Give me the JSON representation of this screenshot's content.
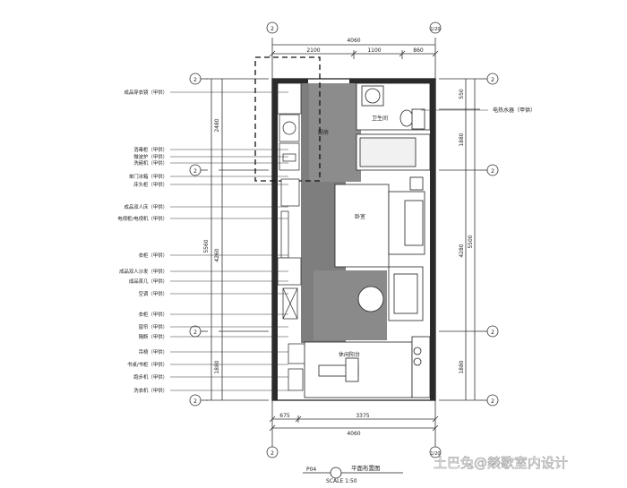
{
  "drawing": {
    "top_dims": [
      "4060",
      "2100",
      "1100",
      "860"
    ],
    "bottom_dims": [
      "675",
      "3375",
      "4060"
    ],
    "left_dims": [
      "2480",
      "5560",
      "4260",
      "1880"
    ],
    "right_dims": [
      "550",
      "1880",
      "4280",
      "5500",
      "1880"
    ],
    "axis_markers": {
      "top_left": "2",
      "top_right": "1/20",
      "bottom_left": "2",
      "bottom_right": "1/20",
      "left": [
        "2",
        "2",
        "2",
        "2"
      ],
      "right": [
        "2",
        "2",
        "2",
        "2"
      ]
    },
    "left_labels": [
      "成品穿衣镜（甲供）",
      "消毒柜（甲供）",
      "微波炉（甲供）",
      "洗碗机（甲供）",
      "单门冰箱（甲供）",
      "床头柜（甲供）",
      "成品双人床（甲供）",
      "电视柜/电视机（甲供）",
      "衣柜（甲供）",
      "成品双人沙发（甲供）",
      "成品茶几（甲供）",
      "空调（甲供）",
      "衣柜（甲供）",
      "窗帘（甲供）",
      "隔断（甲供）",
      "吊椅（甲供）",
      "书桌/书柜（甲供）",
      "跑步机（甲供）",
      "洗衣机（甲供）"
    ],
    "right_labels": [
      "电热水器（甲供）"
    ],
    "room_labels": {
      "bathroom": "卫生间",
      "bedroom": "卧室",
      "bedroom_sub": "",
      "kitchen": "厨房",
      "balcony": "休闲阳台"
    },
    "title": "平面布置图",
    "sheet": "P04",
    "scale": "SCALE  1:50"
  },
  "watermark": "土巴兔@燚歌室内设计"
}
